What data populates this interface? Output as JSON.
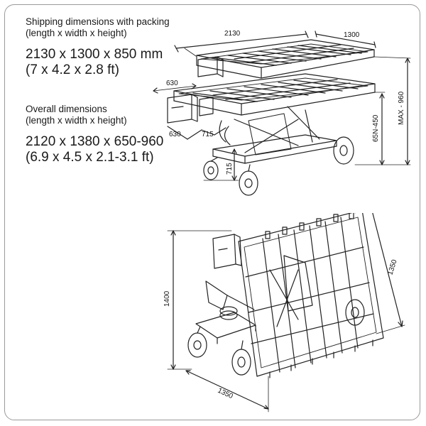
{
  "shipping": {
    "title": "Shipping dimensions with packing",
    "subtitle": "(length x width x height)",
    "metric": "2130 x 1300 x 850 mm",
    "imperial": "(7 x 4.2 x 2.8 ft)"
  },
  "overall": {
    "title": "Overall dimensions",
    "subtitle": "(length x width x height)",
    "metric": "2120 x 1380 x 650-960",
    "imperial": "(6.9 x 4.5 x 2.1-3.1 ft)"
  },
  "top_drawing": {
    "dims": {
      "length": "2130",
      "width": "1300",
      "box_top": "630",
      "box_bottom": "630",
      "offset": "715",
      "height_min": "715",
      "height_range": "65N-450",
      "height_max": "MAX - 960"
    }
  },
  "bottom_drawing": {
    "dims": {
      "height": "1400",
      "diagonal": "1350",
      "base": "1350"
    }
  }
}
